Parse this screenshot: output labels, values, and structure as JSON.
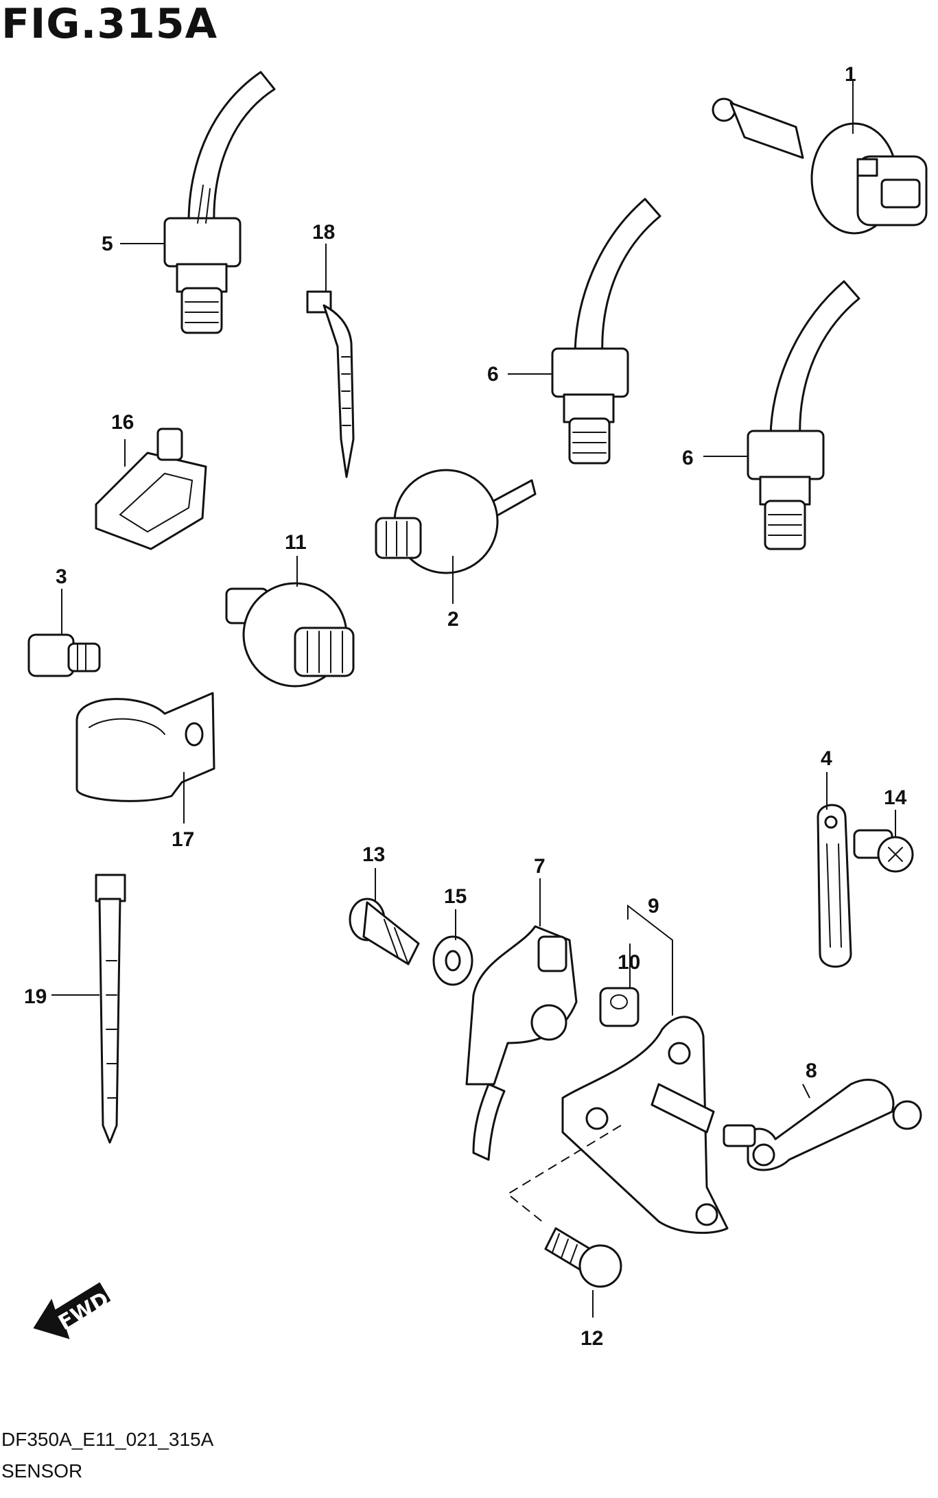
{
  "figure": {
    "title": "FIG.315A",
    "code": "DF350A_E11_021_315A",
    "name": "SENSOR"
  },
  "fwd_label": "FWD",
  "callouts": [
    {
      "id": "c1",
      "label": "1"
    },
    {
      "id": "c2",
      "label": "2"
    },
    {
      "id": "c3",
      "label": "3"
    },
    {
      "id": "c4",
      "label": "4"
    },
    {
      "id": "c5",
      "label": "5"
    },
    {
      "id": "c6a",
      "label": "6"
    },
    {
      "id": "c6b",
      "label": "6"
    },
    {
      "id": "c7",
      "label": "7"
    },
    {
      "id": "c8",
      "label": "8"
    },
    {
      "id": "c9",
      "label": "9"
    },
    {
      "id": "c10",
      "label": "10"
    },
    {
      "id": "c11",
      "label": "11"
    },
    {
      "id": "c12",
      "label": "12"
    },
    {
      "id": "c13",
      "label": "13"
    },
    {
      "id": "c14",
      "label": "14"
    },
    {
      "id": "c15",
      "label": "15"
    },
    {
      "id": "c16",
      "label": "16"
    },
    {
      "id": "c17",
      "label": "17"
    },
    {
      "id": "c18",
      "label": "18"
    },
    {
      "id": "c19",
      "label": "19"
    }
  ]
}
